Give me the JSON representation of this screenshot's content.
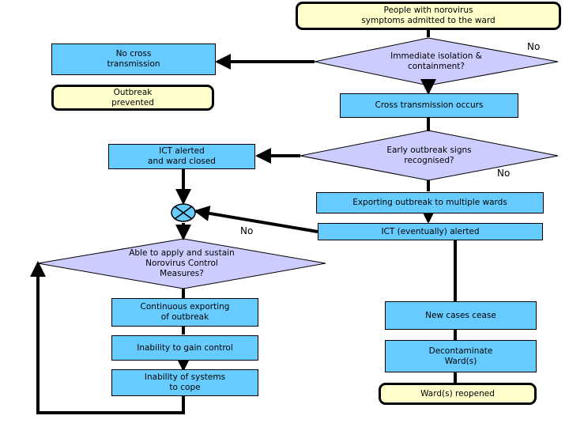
{
  "diagram": {
    "title": "Norovirus outbreak management flowchart",
    "colors": {
      "process_fill": "#66CCFF",
      "terminator_fill": "#FFFFCC",
      "decision_fill": "#CCCCFF",
      "stroke": "#000000",
      "background": "#FFFFFF"
    },
    "nodes": [
      {
        "id": "start",
        "type": "terminator",
        "label": "People with norovirus\nsymptoms admitted to the ward",
        "line1": "People with norovirus",
        "line2": "symptoms admitted to the ward"
      },
      {
        "id": "isolation",
        "type": "decision",
        "label": "Immediate isolation &\ncontainment?",
        "line1": "Immediate isolation &",
        "line2": "containment?"
      },
      {
        "id": "no-cross",
        "type": "process",
        "label": "No cross\ntransmission",
        "line1": "No cross",
        "line2": "transmission"
      },
      {
        "id": "outbreak-prevented",
        "type": "terminator",
        "label": "Outbreak\nprevented",
        "line1": "Outbreak",
        "line2": "prevented"
      },
      {
        "id": "cross-transmission",
        "type": "process",
        "label": "Cross transmission occurs",
        "line1": "Cross transmission occurs",
        "line2": ""
      },
      {
        "id": "early-signs",
        "type": "decision",
        "label": "Early outbreak signs\nrecognised?",
        "line1": "Early outbreak signs",
        "line2": "recognised?"
      },
      {
        "id": "ict-alerted",
        "type": "process",
        "label": "ICT alerted\nand ward closed",
        "line1": "ICT alerted",
        "line2": "and ward closed"
      },
      {
        "id": "exporting",
        "type": "process",
        "label": "Exporting outbreak to multiple wards",
        "line1": "Exporting outbreak to multiple wards",
        "line2": ""
      },
      {
        "id": "ict-eventually",
        "type": "process",
        "label": "ICT (eventually) alerted",
        "line1": "ICT (eventually) alerted",
        "line2": ""
      },
      {
        "id": "merge",
        "type": "connector",
        "label": ""
      },
      {
        "id": "able-sustain",
        "type": "decision",
        "label": "Able to apply and sustain\nNorovirus Control\nMeasures?",
        "line1": "Able to apply and sustain",
        "line2": "Norovirus Control",
        "line3": "Measures?"
      },
      {
        "id": "continuous-exporting",
        "type": "process",
        "label": "Continuous exporting\nof outbreak",
        "line1": "Continuous exporting",
        "line2": "of outbreak"
      },
      {
        "id": "inability-control",
        "type": "process",
        "label": "Inability to gain control",
        "line1": "Inability to gain control",
        "line2": ""
      },
      {
        "id": "inability-systems",
        "type": "process",
        "label": "Inability of systems\nto cope",
        "line1": "Inability of systems",
        "line2": "to cope"
      },
      {
        "id": "new-cases-cease",
        "type": "process",
        "label": "New cases cease",
        "line1": "New cases cease",
        "line2": ""
      },
      {
        "id": "decontaminate",
        "type": "process",
        "label": "Decontaminate\nWard(s)",
        "line1": "Decontaminate",
        "line2": "Ward(s)"
      },
      {
        "id": "wards-reopened",
        "type": "terminator",
        "label": "Ward(s) reopened",
        "line1": "Ward(s) reopened",
        "line2": ""
      }
    ],
    "edge_labels": [
      {
        "id": "no-isolation",
        "text": "No"
      },
      {
        "id": "no-early-signs",
        "text": "No"
      },
      {
        "id": "no-sustain",
        "text": "No"
      }
    ]
  }
}
